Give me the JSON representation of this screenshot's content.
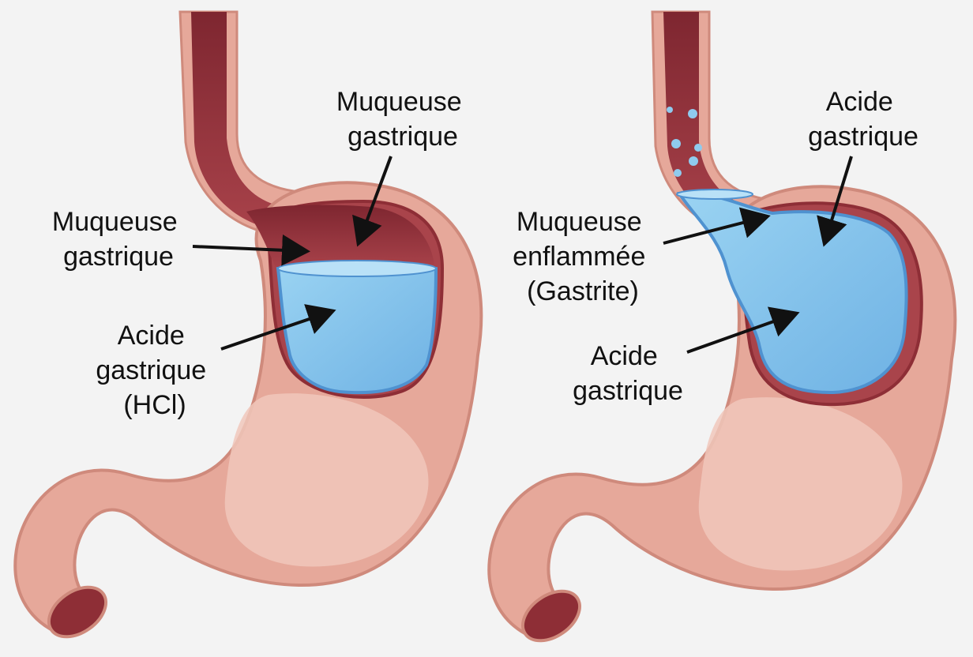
{
  "colors": {
    "background": "#f3f3f3",
    "stomach_outer": "#e6a89a",
    "stomach_outline": "#cf8a7c",
    "stomach_inner": "#f0c7bb",
    "mucosa_dark": "#8e2e36",
    "mucosa_mid": "#a9444b",
    "acid_light": "#8fcbee",
    "acid_dark": "#4f92d0",
    "arrow": "#111111"
  },
  "panels": {
    "healthy": {
      "labels": {
        "top_mucosa": [
          "Muqueuse",
          "gastrique"
        ],
        "side_mucosa": [
          "Muqueuse",
          "gastrique"
        ],
        "acid": [
          "Acide",
          "gastrique",
          "(HCl)"
        ]
      }
    },
    "gastritis": {
      "labels": {
        "top_acid": [
          "Acide",
          "gastrique"
        ],
        "inflamed_mucosa": [
          "Muqueuse",
          "enflammée",
          "(Gastrite)"
        ],
        "acid": [
          "Acide",
          "gastrique"
        ]
      }
    }
  }
}
